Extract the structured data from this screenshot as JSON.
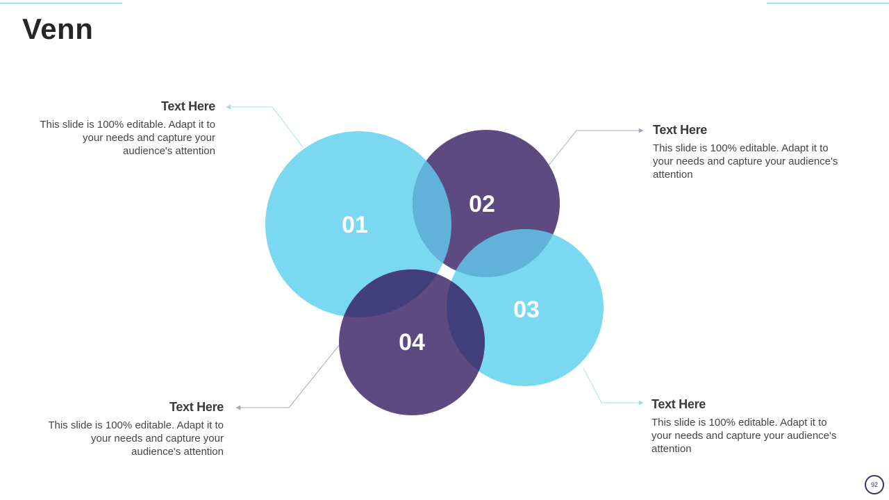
{
  "slide": {
    "title": "Venn",
    "page_number": "92"
  },
  "colors": {
    "light_blue": "#7ad8f1",
    "purple": "#5d4a80",
    "overlap_blue": "#60b2d8",
    "overlap_dark": "#433e7c"
  },
  "circles": [
    {
      "label": "01",
      "color": "#7ad8f1"
    },
    {
      "label": "02",
      "color": "#5d4a80"
    },
    {
      "label": "03",
      "color": "#7ad8f1"
    },
    {
      "label": "04",
      "color": "#5d4a80"
    }
  ],
  "callouts": [
    {
      "heading": "Text Here",
      "body": "This slide is 100% editable. Adapt it to your needs and capture your audience's attention"
    },
    {
      "heading": "Text Here",
      "body": "This slide is 100% editable. Adapt it to your needs and capture your audience's attention"
    },
    {
      "heading": "Text Here",
      "body": "This slide is 100% editable. Adapt it to your needs and capture your audience's attention"
    },
    {
      "heading": "Text Here",
      "body": "This slide is 100% editable. Adapt it to your needs and capture your audience's attention"
    }
  ]
}
